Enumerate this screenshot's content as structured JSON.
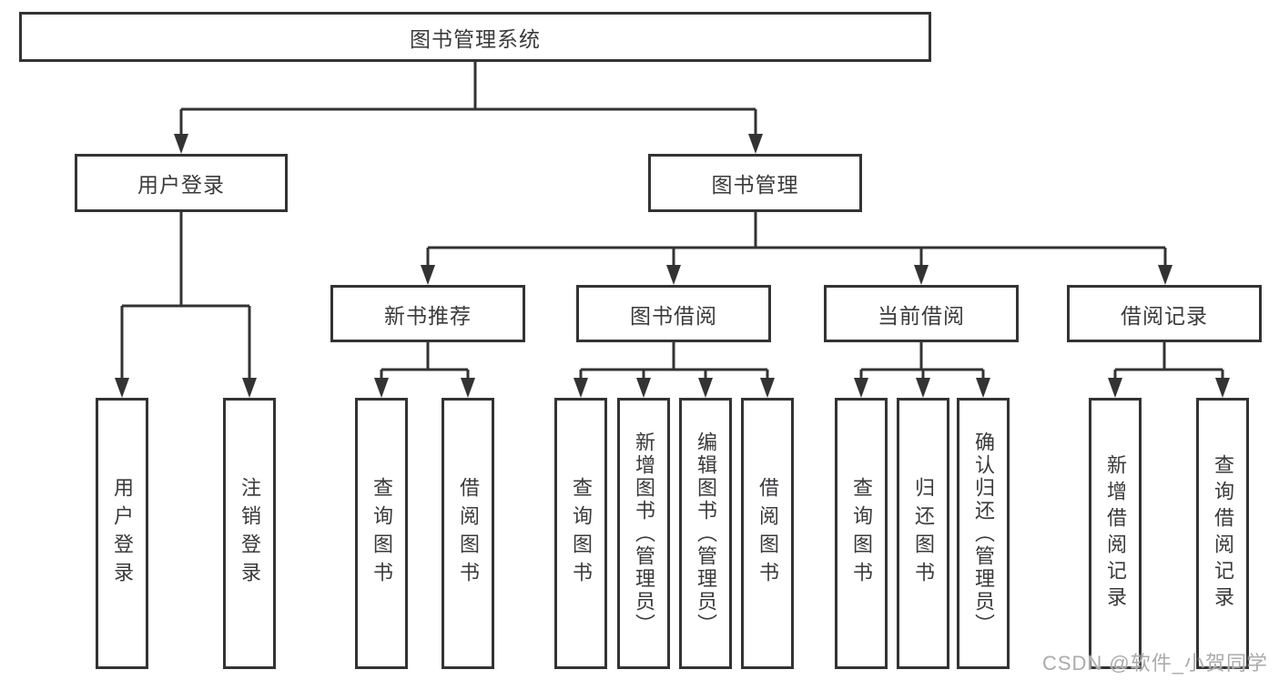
{
  "colors": {
    "line": "#333333",
    "box_border": "#333333",
    "box_fill": "#ffffff",
    "text": "#3a3a3c",
    "watermark": "#ababab",
    "background": "#ffffff"
  },
  "watermark": {
    "text": "CSDN @软件_小贺同学"
  },
  "tree": {
    "label": "图书管理系统",
    "children": [
      {
        "label": "用户登录",
        "children": [
          {
            "label": "用户登录"
          },
          {
            "label": "注销登录"
          }
        ]
      },
      {
        "label": "图书管理",
        "children": [
          {
            "label": "新书推荐",
            "children": [
              {
                "label": "查询图书"
              },
              {
                "label": "借阅图书"
              }
            ]
          },
          {
            "label": "图书借阅",
            "children": [
              {
                "label": "查询图书"
              },
              {
                "label": "新增图书（管理员）"
              },
              {
                "label": "编辑图书（管理员）"
              },
              {
                "label": "借阅图书"
              }
            ]
          },
          {
            "label": "当前借阅",
            "children": [
              {
                "label": "查询图书"
              },
              {
                "label": "归还图书"
              },
              {
                "label": "确认归还（管理员）"
              }
            ]
          },
          {
            "label": "借阅记录",
            "children": [
              {
                "label": "新增借阅记录"
              },
              {
                "label": "查询借阅记录"
              }
            ]
          }
        ]
      }
    ]
  }
}
